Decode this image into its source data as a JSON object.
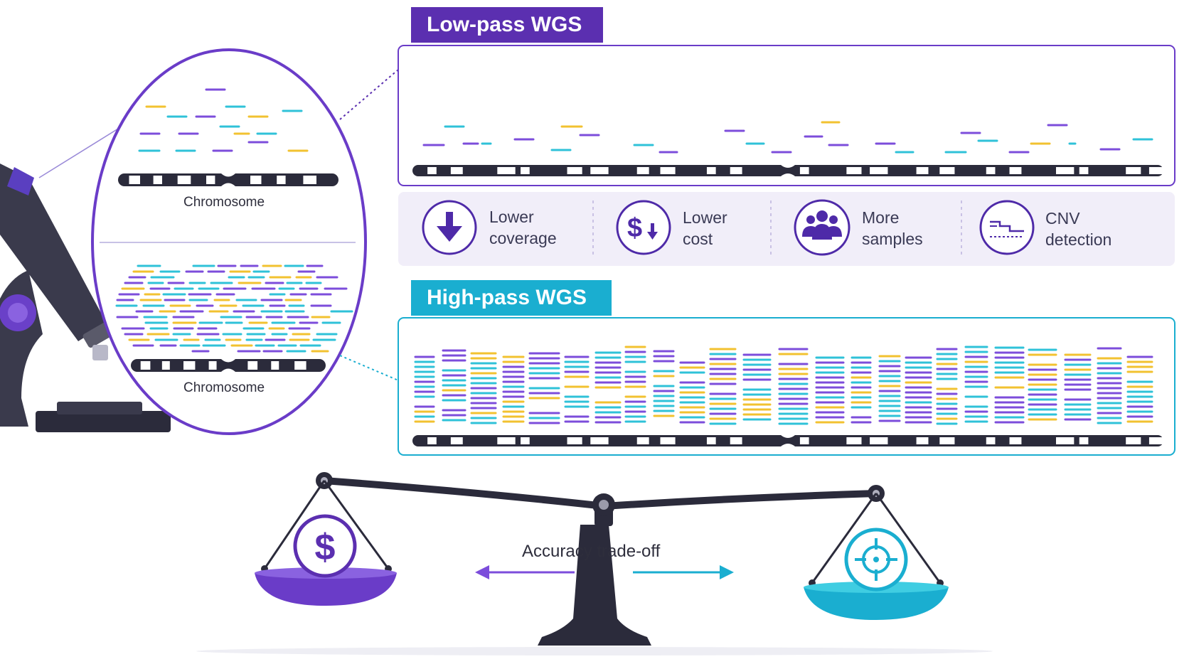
{
  "low_pass": {
    "title": "Low-pass WGS"
  },
  "high_pass": {
    "title": "High-pass WGS"
  },
  "magnifier": {
    "top_label": "Chromosome",
    "bottom_label": "Chromosome"
  },
  "benefits": [
    {
      "icon": "down-arrow-icon",
      "line1": "Lower",
      "line2": "coverage"
    },
    {
      "icon": "dollar-down-icon",
      "line1": "Lower",
      "line2": "cost"
    },
    {
      "icon": "people-icon",
      "line1": "More",
      "line2": "samples"
    },
    {
      "icon": "cnv-icon",
      "line1": "CNV",
      "line2": "detection"
    }
  ],
  "balance": {
    "label": "Accuracy trade-off",
    "left_icon": "dollar-icon",
    "right_icon": "target-icon"
  },
  "colors": {
    "purple": "#5b2fb0",
    "violet": "#7c4ddb",
    "teal": "#1aaed0",
    "cyan": "#2fc2d8",
    "yellow": "#f2c230",
    "dark": "#2b2b3b",
    "panel_bg": "#f1eef9"
  }
}
